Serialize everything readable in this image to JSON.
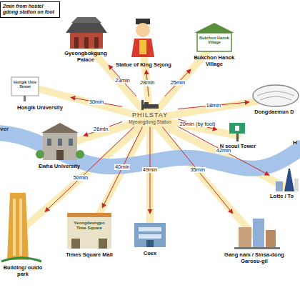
{
  "diagram": {
    "nodes": [
      {
        "text": [
          "2min from hostel gdong station on foot"
        ]
      },
      {
        "text": [
          "PHILSTAY",
          "Myeongdong Station"
        ]
      },
      {
        "text": [
          "Gyeongbokgung Palace"
        ]
      },
      {
        "text": [
          "Statue of King Sejong"
        ]
      },
      {
        "text": [
          "Bukchon Hanok Village"
        ]
      },
      {
        "text": [
          "Dongdaemun D"
        ]
      },
      {
        "text": [
          "N seoul Tower"
        ]
      },
      {
        "text": [
          "Lotte / To"
        ]
      },
      {
        "text": [
          "Gang nam / Sinsa-dong Garosu-gil"
        ]
      },
      {
        "text": [
          "Coex"
        ]
      },
      {
        "text": [
          "Times Square Mall"
        ]
      },
      {
        "text": [
          "Building/ ouido park"
        ]
      },
      {
        "text": [
          "Ewha University"
        ]
      },
      {
        "text": [
          "Hongik University"
        ]
      }
    ],
    "edges": [
      {
        "from": 1,
        "to": 2,
        "arrow": "to",
        "label": "23min"
      },
      {
        "from": 1,
        "to": 3,
        "arrow": "to",
        "label": "28min"
      },
      {
        "from": 1,
        "to": 4,
        "arrow": "to",
        "label": "25min"
      },
      {
        "from": 1,
        "to": 5,
        "arrow": "to",
        "label": "18min"
      },
      {
        "from": 1,
        "to": 6,
        "arrow": "to",
        "label": "20min (by foot)"
      },
      {
        "from": 1,
        "to": 7,
        "arrow": "to",
        "label": "42min"
      },
      {
        "from": 1,
        "to": 8,
        "arrow": "to",
        "label": "35min"
      },
      {
        "from": 1,
        "to": 9,
        "arrow": "to",
        "label": "49min"
      },
      {
        "from": 1,
        "to": 10,
        "arrow": "to",
        "label": "40min"
      },
      {
        "from": 1,
        "to": 11,
        "arrow": "to",
        "label": "50min"
      },
      {
        "from": 1,
        "to": 12,
        "arrow": "to",
        "label": "26min"
      },
      {
        "from": 1,
        "to": 13,
        "arrow": "to",
        "label": "30min"
      }
    ],
    "labels": [
      "Hongik Univ Street",
      "Bukchon Hanok Village",
      "Yeongdeungpo Time Square",
      "ver",
      "H"
    ]
  }
}
